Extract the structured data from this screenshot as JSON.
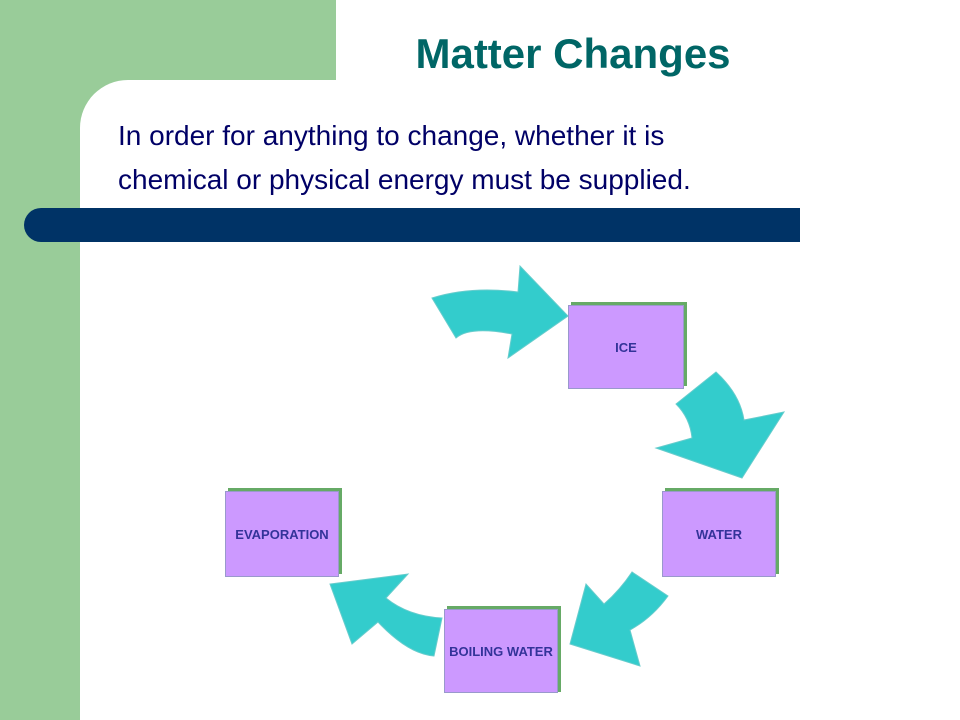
{
  "slide": {
    "title": "Matter Changes",
    "body_lines": [
      "In order for anything to change, whether it is",
      "chemical or physical energy must be supplied."
    ]
  },
  "cycle": {
    "nodes": [
      "ICE",
      "WATER",
      "BOILING WATER",
      "EVAPORATION"
    ]
  },
  "colors": {
    "title": "#006666",
    "body_text": "#000066",
    "side_panel": "#99cc99",
    "band": "#003366",
    "node_fill": "#cc99ff",
    "arrow_fill": "#33cccc"
  }
}
